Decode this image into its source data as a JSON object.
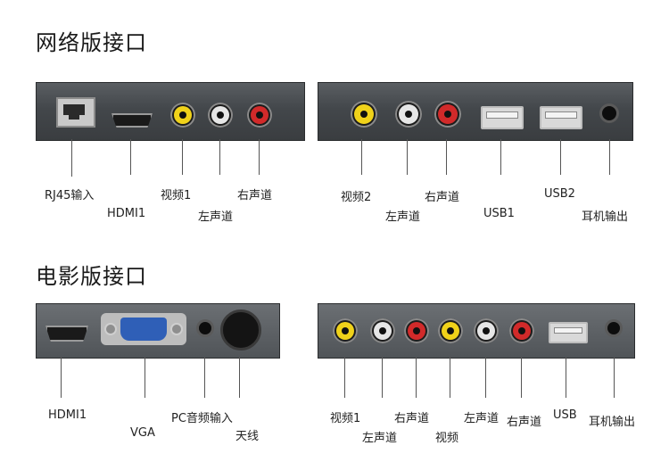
{
  "sections": {
    "network": {
      "title": "网络版接口"
    },
    "movie": {
      "title": "电影版接口"
    }
  },
  "labels": {
    "network_left": [
      "RJ45输入",
      "HDMI1",
      "视频1",
      "左声道",
      "右声道"
    ],
    "network_right": [
      "视频2",
      "左声道",
      "右声道",
      "USB1",
      "USB2",
      "耳机输出"
    ],
    "movie_left": [
      "HDMI1",
      "VGA",
      "PC音频输入",
      "天线"
    ],
    "movie_right": [
      "视频1",
      "左声道",
      "右声道",
      "视频",
      "左声道",
      "右声道",
      "USB",
      "耳机输出"
    ]
  },
  "colors": {
    "yellow": "#f0d21a",
    "white": "#e6e6e6",
    "red": "#d12a2a",
    "vga_blue": "#2f5fb7"
  }
}
